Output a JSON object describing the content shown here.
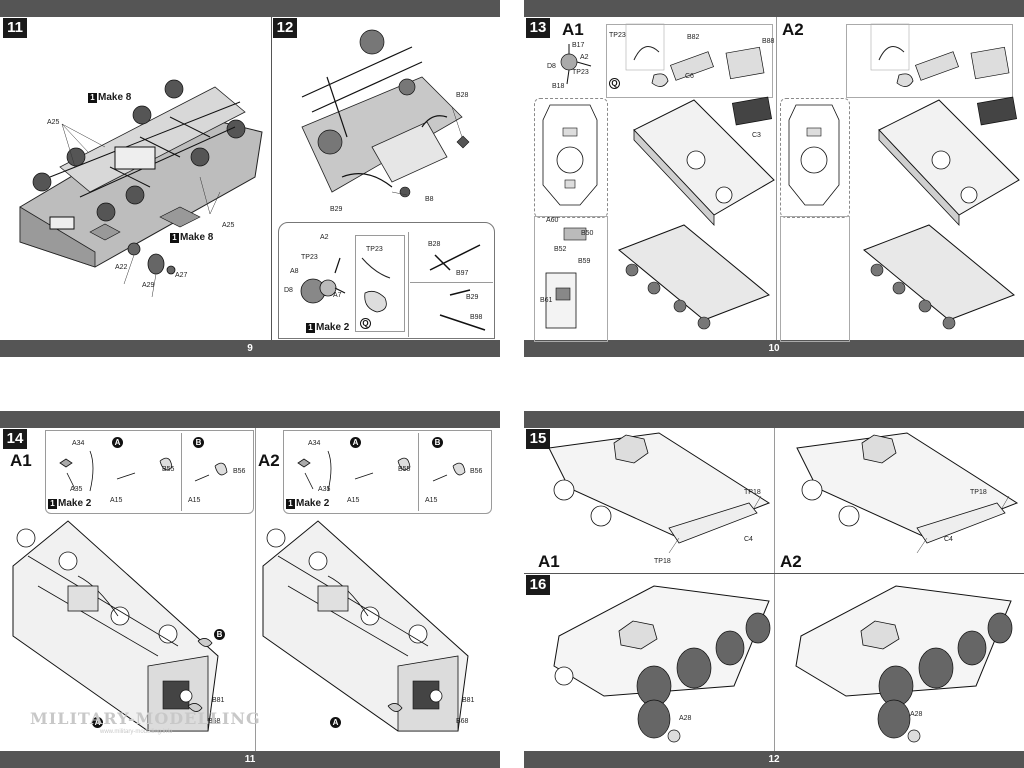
{
  "pages": [
    {
      "number": "9",
      "steps": [
        "11",
        "12"
      ]
    },
    {
      "number": "10",
      "steps": [
        "13"
      ]
    },
    {
      "number": "11",
      "steps": [
        "14"
      ]
    },
    {
      "number": "12",
      "steps": [
        "15",
        "16"
      ]
    }
  ],
  "step11": {
    "num": "11",
    "make_top": "Make 8",
    "make_bot": "Make 8",
    "icon": "1",
    "labels": {
      "a25a": "A25",
      "a25b": "A25",
      "a22": "A22",
      "a29": "A29",
      "a27": "A27"
    }
  },
  "step12": {
    "num": "12",
    "make": "Make 2",
    "icon": "1",
    "labels": {
      "b28": "B28",
      "b29": "B29",
      "b8": "B8",
      "a2": "A2",
      "tp23": "TP23",
      "a8": "A8",
      "d8": "D8",
      "a7": "A7",
      "tp23b": "TP23",
      "b28b": "B28",
      "b97": "B97",
      "b29b": "B29",
      "b98": "B98"
    }
  },
  "step13": {
    "num": "13",
    "variants": [
      "A1",
      "A2"
    ],
    "labels": {
      "b17": "B17",
      "a2": "A2",
      "d8": "D8",
      "tp23": "TP23",
      "b18": "B18",
      "tp23b": "TP23",
      "b82": "B82",
      "c6": "C6",
      "b88": "B88",
      "c3": "C3",
      "a60": "A60",
      "b50": "B50",
      "b52": "B52",
      "b59": "B59",
      "b61": "B61"
    }
  },
  "step14": {
    "num": "14",
    "variants": [
      "A1",
      "A2"
    ],
    "make": "Make 2",
    "icon": "1",
    "labels": {
      "a34": "A34",
      "a35": "A35",
      "a15": "A15",
      "b55": "B55",
      "b56": "B56",
      "b81": "B81",
      "b68": "B68"
    },
    "callouts": {
      "a": "A",
      "b": "B"
    }
  },
  "step15": {
    "num": "15",
    "variants": [
      "A1",
      "A2"
    ],
    "labels": {
      "tp18": "TP18",
      "c4": "C4"
    }
  },
  "step16": {
    "num": "16",
    "labels": {
      "a28": "A28"
    }
  },
  "watermark": {
    "title": "MILITARY-MODELLING",
    "url": "www.military-modelling.info"
  },
  "colors": {
    "bar": "#555555",
    "step": "#1a1a1a",
    "hull": "#bdbdbd"
  }
}
